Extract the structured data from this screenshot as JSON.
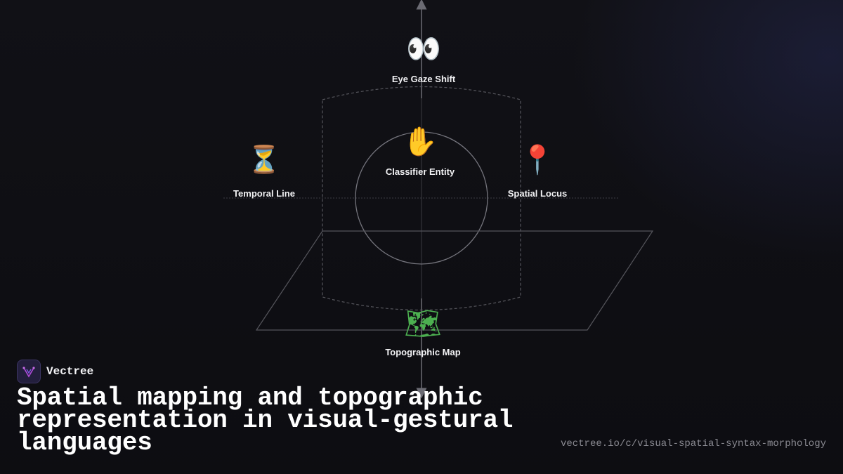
{
  "diagram": {
    "nodes": {
      "eye_gaze": {
        "icon": "eyes-icon",
        "glyph": "👀",
        "label": "Eye Gaze Shift"
      },
      "classifier": {
        "icon": "raised-hand-icon",
        "glyph": "✋",
        "label": "Classifier Entity"
      },
      "temporal": {
        "icon": "hourglass-icon",
        "glyph": "⏳",
        "label": "Temporal Line"
      },
      "spatial": {
        "icon": "pin-icon",
        "glyph": "📍",
        "label": "Spatial Locus"
      },
      "topographic": {
        "icon": "world-map-icon",
        "glyph": "🗺",
        "label": "Topographic Map"
      }
    },
    "colors": {
      "background": "#111116",
      "lines": "#6b6b73",
      "dashed": "#55555c"
    }
  },
  "brand": {
    "name": "Vectree",
    "logo_color": "#b04bd9"
  },
  "headline": "Spatial mapping and topographic representation in visual-gestural languages",
  "url": "vectree.io/c/visual-spatial-syntax-morphology"
}
